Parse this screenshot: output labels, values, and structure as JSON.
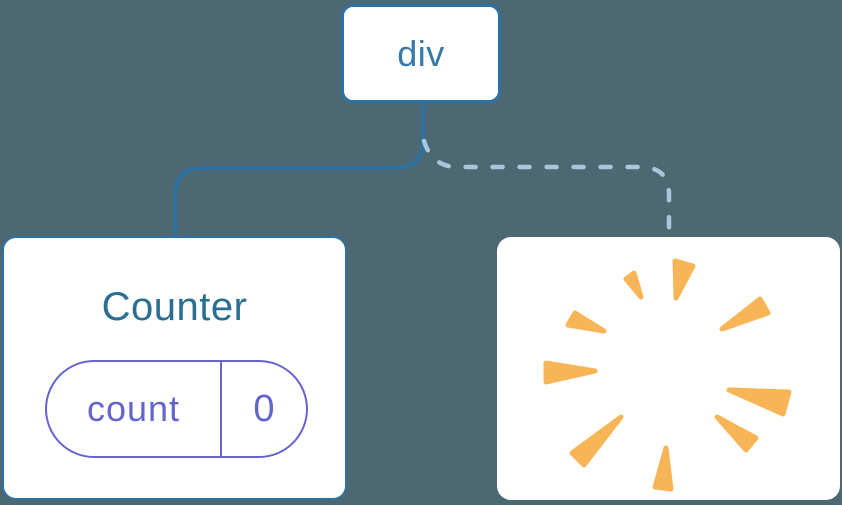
{
  "colors": {
    "background": "#4C6872",
    "node_fill": "#FFFFFF",
    "node_border": "#2E71A3",
    "root_label": "#3779A9",
    "counter_title": "#2A6E92",
    "state_purple": "#6464CE",
    "dashed_line": "#A9C6DB",
    "poof_orange": "#F8B557"
  },
  "diagram": {
    "root_node": {
      "label": "div"
    },
    "counter_node": {
      "title": "Counter",
      "state_pill": {
        "name": "count",
        "value": "0"
      }
    },
    "removed_node": {
      "icon": "poof-burst-icon"
    },
    "edges": {
      "left_edge_style": "solid",
      "right_edge_style": "dashed"
    }
  }
}
